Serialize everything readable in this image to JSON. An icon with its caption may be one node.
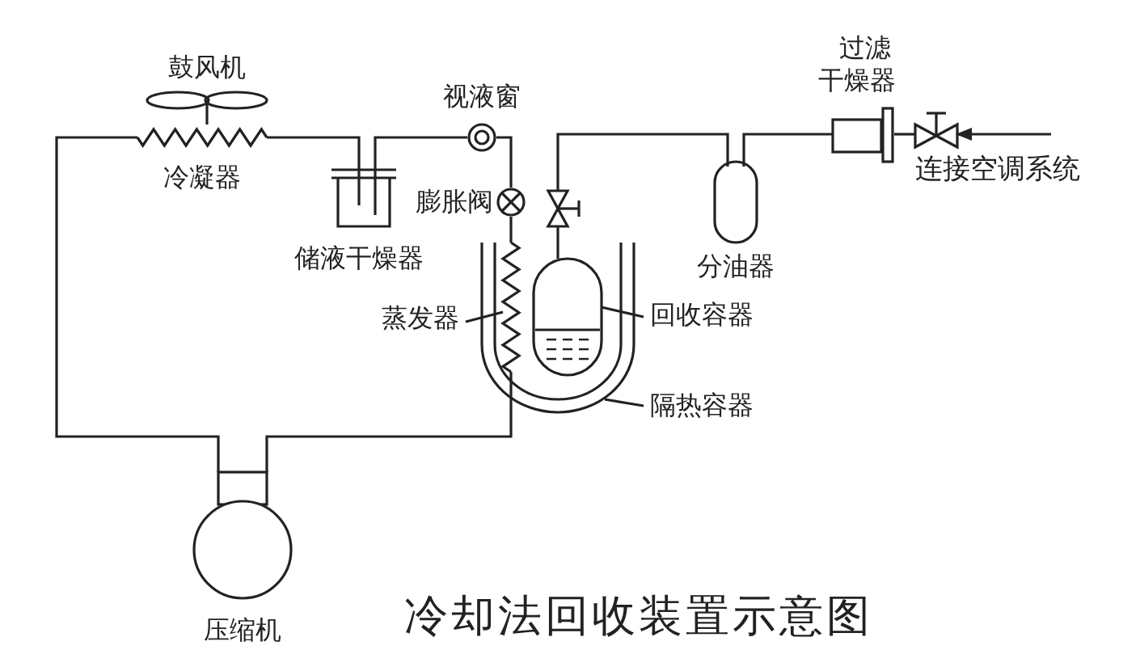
{
  "diagram": {
    "caption": "冷却法回收装置示意图",
    "nodes": [
      {
        "text": [],
        "shape": "fan",
        "beside": [
          "鼓风机"
        ]
      },
      {
        "text": [],
        "shape": "coil",
        "beside": [
          "冷凝器"
        ]
      },
      {
        "text": [],
        "shape": "box",
        "beside": [
          "储液干燥器"
        ]
      },
      {
        "text": [],
        "shape": "circle",
        "beside": [
          "视液窗"
        ]
      },
      {
        "text": [],
        "shape": "circle",
        "beside": [
          "膨胀阀"
        ]
      },
      {
        "text": [],
        "shape": "coil",
        "in": 7
      },
      {
        "text": [
          "蒸发器"
        ]
      },
      {
        "text": [],
        "shape": "container"
      },
      {
        "text": [
          "隔热容器"
        ]
      },
      {
        "text": [],
        "shape": "cylinder",
        "in": 7
      },
      {
        "text": [
          "回收容器"
        ]
      },
      {
        "text": [],
        "shape": "valve"
      },
      {
        "text": [],
        "shape": "cylinder",
        "beside": [
          "分油器"
        ]
      },
      {
        "text": [],
        "shape": "box",
        "beside": [
          "过滤干燥器"
        ]
      },
      {
        "text": [],
        "shape": "valve"
      },
      {
        "text": [],
        "shape": "circle",
        "beside": [
          "压缩机"
        ]
      }
    ],
    "edges": [
      {
        "from": 15,
        "to": 1,
        "arrow": "none"
      },
      {
        "from": 1,
        "to": 2,
        "arrow": "none"
      },
      {
        "from": 2,
        "to": 3,
        "arrow": "none"
      },
      {
        "from": 3,
        "to": 4,
        "arrow": "none"
      },
      {
        "from": 4,
        "to": 5,
        "arrow": "none"
      },
      {
        "from": 5,
        "to": 15,
        "arrow": "none"
      },
      {
        "from": null,
        "to": 14,
        "arrow": "to",
        "label": "连接空调系统"
      },
      {
        "from": 14,
        "to": 13,
        "arrow": "none"
      },
      {
        "from": 13,
        "to": 12,
        "arrow": "none"
      },
      {
        "from": 12,
        "to": 11,
        "arrow": "none"
      },
      {
        "from": 11,
        "to": 9,
        "arrow": "none"
      },
      {
        "from": 6,
        "to": 5,
        "arrow": "none"
      },
      {
        "from": 10,
        "to": 9,
        "arrow": "none"
      },
      {
        "from": 8,
        "to": 7,
        "arrow": "none"
      }
    ]
  }
}
